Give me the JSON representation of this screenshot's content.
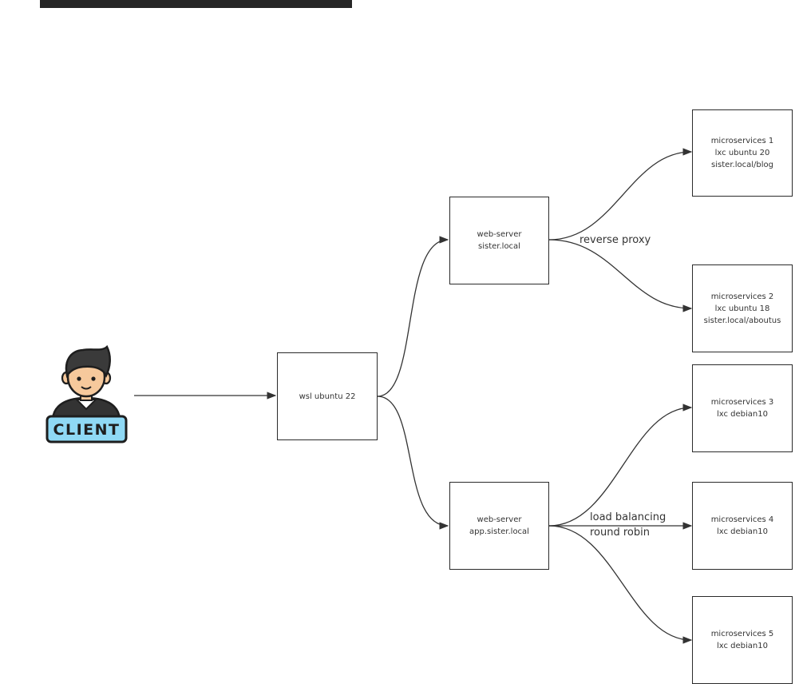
{
  "client": {
    "label": "CLIENT"
  },
  "nodes": {
    "wsl": {
      "lines": [
        "wsl ubuntu 22"
      ]
    },
    "web1": {
      "lines": [
        "web-server",
        "sister.local"
      ]
    },
    "web2": {
      "lines": [
        "web-server",
        "app.sister.local"
      ]
    },
    "ms1": {
      "lines": [
        "microservices 1",
        "lxc ubuntu 20",
        "sister.local/blog"
      ]
    },
    "ms2": {
      "lines": [
        "microservices 2",
        "lxc ubuntu 18",
        "sister.local/aboutus"
      ]
    },
    "ms3": {
      "lines": [
        "microservices 3",
        "lxc debian10"
      ]
    },
    "ms4": {
      "lines": [
        "microservices 4",
        "lxc debian10"
      ]
    },
    "ms5": {
      "lines": [
        "microservices 5",
        "lxc debian10"
      ]
    }
  },
  "edge_labels": {
    "reverse_proxy": "reverse proxy",
    "load_balancing": [
      "load balancing",
      "round robin"
    ]
  },
  "colors": {
    "stroke": "#333333",
    "client_badge": "#8fd9f5",
    "client_hair": "#3a3a3a",
    "client_skin": "#f6c99c",
    "client_shirt": "#333333"
  }
}
